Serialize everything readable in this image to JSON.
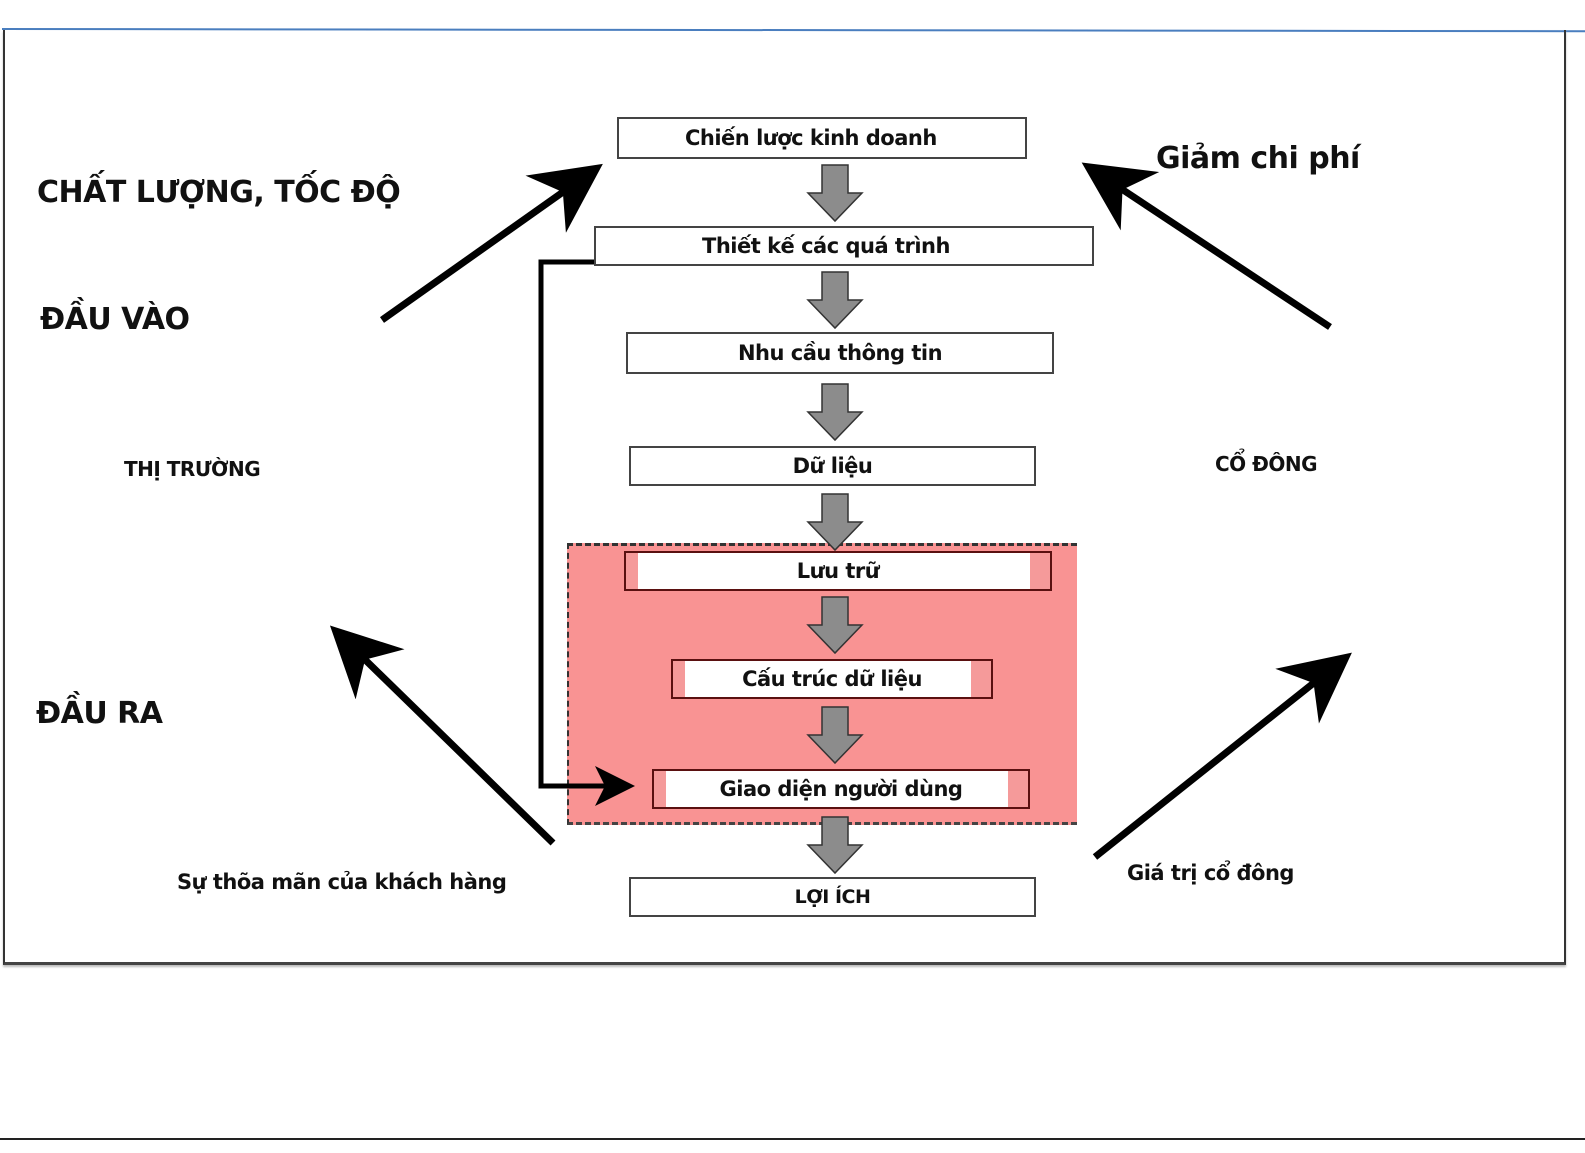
{
  "diagram": {
    "flow_boxes": [
      {
        "id": "business-strategy",
        "label": "Chiến lược kinh doanh"
      },
      {
        "id": "process-design",
        "label": "Thiết kế các quá trình"
      },
      {
        "id": "information-needs",
        "label": "Nhu cầu thông tin"
      },
      {
        "id": "data",
        "label": "Dữ liệu"
      },
      {
        "id": "storage",
        "label": "Lưu trữ"
      },
      {
        "id": "data-structure",
        "label": "Cấu trúc dữ liệu"
      },
      {
        "id": "user-interface",
        "label": "Giao diện người dùng"
      },
      {
        "id": "benefits",
        "label": "LỢI ÍCH"
      }
    ],
    "side_labels": {
      "quality_speed": "CHẤT LƯỢNG, TỐC ĐỘ",
      "input": "ĐẦU VÀO",
      "market": "THỊ TRƯỜNG",
      "output": "ĐẦU RA",
      "customer_satisfaction": "Sự thõa mãn của khách hàng",
      "reduce_cost": "Giảm chi phí",
      "shareholders": "CỔ ĐÔNG",
      "shareholder_value": "Giá trị cổ đông"
    },
    "colors": {
      "highlight_zone": "#f99393",
      "flow_arrow": "#8c8c8c",
      "frame_top": "#4a7ebf"
    }
  }
}
